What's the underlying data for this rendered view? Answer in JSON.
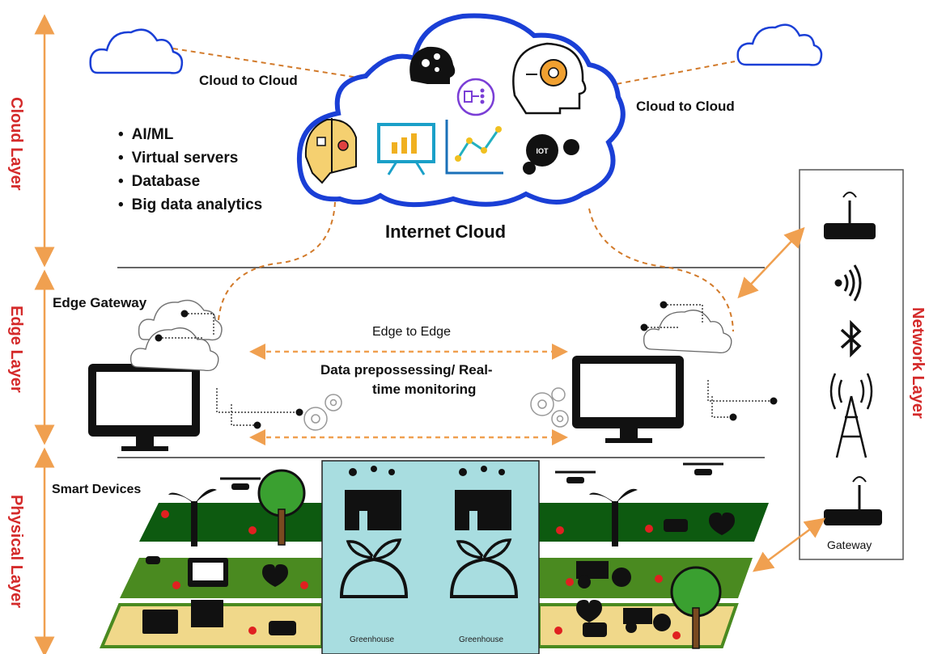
{
  "layers": {
    "cloud": "Cloud Layer",
    "edge": "Edge Layer",
    "physical": "Physical Layer",
    "network": "Network Layer"
  },
  "cloud": {
    "cloud_to_cloud_left": "Cloud to Cloud",
    "cloud_to_cloud_right": "Cloud to Cloud",
    "internet_cloud": "Internet Cloud",
    "capabilities": [
      "AI/ML",
      "Virtual servers",
      "Database",
      "Big data analytics"
    ],
    "iot_text": "IOT"
  },
  "edge": {
    "gateway": "Edge Gateway",
    "edge_to_edge": "Edge to Edge",
    "processing_line1": "Data prepossessing/ Real-",
    "processing_line2": "time monitoring"
  },
  "physical": {
    "smart_devices": "Smart Devices",
    "greenhouse_left": "Greenhouse",
    "greenhouse_right": "Greenhouse"
  },
  "network": {
    "gateway": "Gateway"
  },
  "colors": {
    "accent_red": "#d42a2a",
    "arrow_orange": "#f0a050",
    "cloud_blue": "#1a3fd6",
    "field_green": "#0d5a10",
    "field_light_green": "#4a8a20",
    "field_sand": "#f0d88a",
    "greenhouse_bg": "#a8dde0"
  }
}
